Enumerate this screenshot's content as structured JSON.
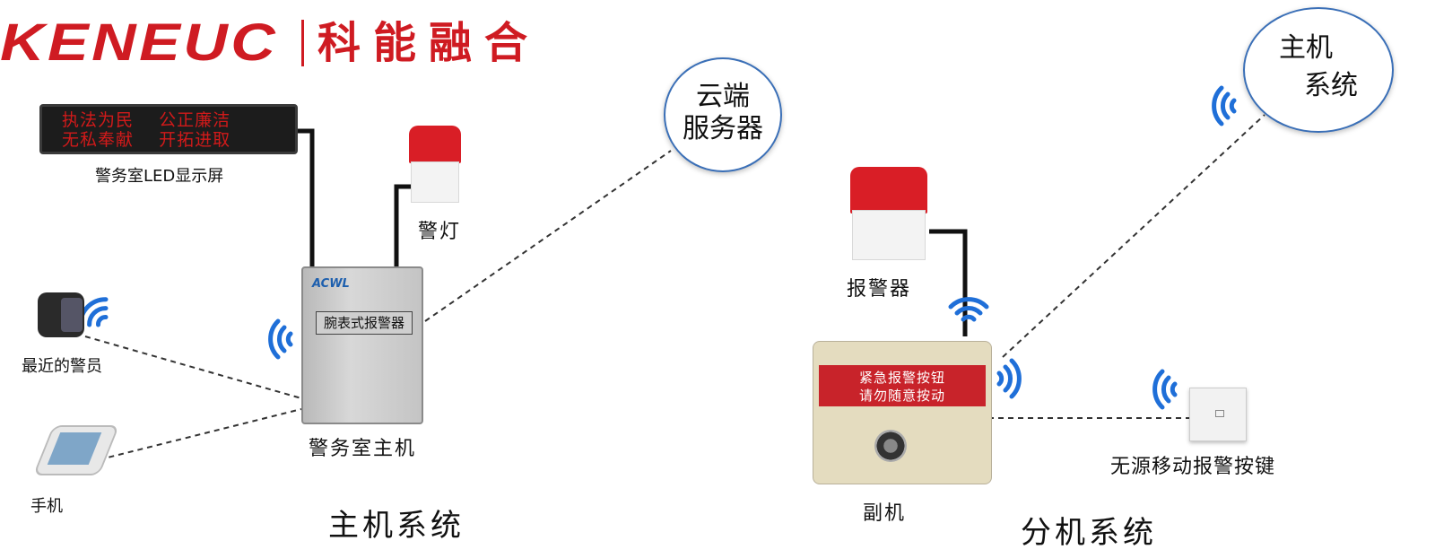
{
  "logo": {
    "text_en": "KENEUC",
    "text_cn": "科能融合"
  },
  "led_display": {
    "line1": "执法为民    公正廉洁",
    "line2": "无私奉献    开拓进取",
    "label": "警务室LED显示屏"
  },
  "main_system": {
    "title": "主机系统",
    "host_label": "警务室主机",
    "host_panel_text": "腕表式报警器",
    "host_brand": "ACWL",
    "warning_light_label": "警灯",
    "cloud_server": [
      "云端",
      "服务器"
    ],
    "nearest_police_label": "最近的警员",
    "phone_label": "手机"
  },
  "sub_system": {
    "title": "分机系统",
    "alarm_label": "报警器",
    "sub_unit_label": "副机",
    "panel_line1": "紧急报警按钮",
    "panel_line2": "请勿随意按动",
    "host_circle": [
      "主机",
      "系统"
    ],
    "passive_button_label": "无源移动报警按键"
  },
  "colors": {
    "brand": "#cf1b22",
    "wifi": "#1f6fd8",
    "circle_border": "#3a6fb7",
    "led_text": "#d11a1a"
  },
  "icons": [
    "wifi-signal-icon",
    "watch-icon",
    "phone-icon",
    "siren-icon"
  ]
}
